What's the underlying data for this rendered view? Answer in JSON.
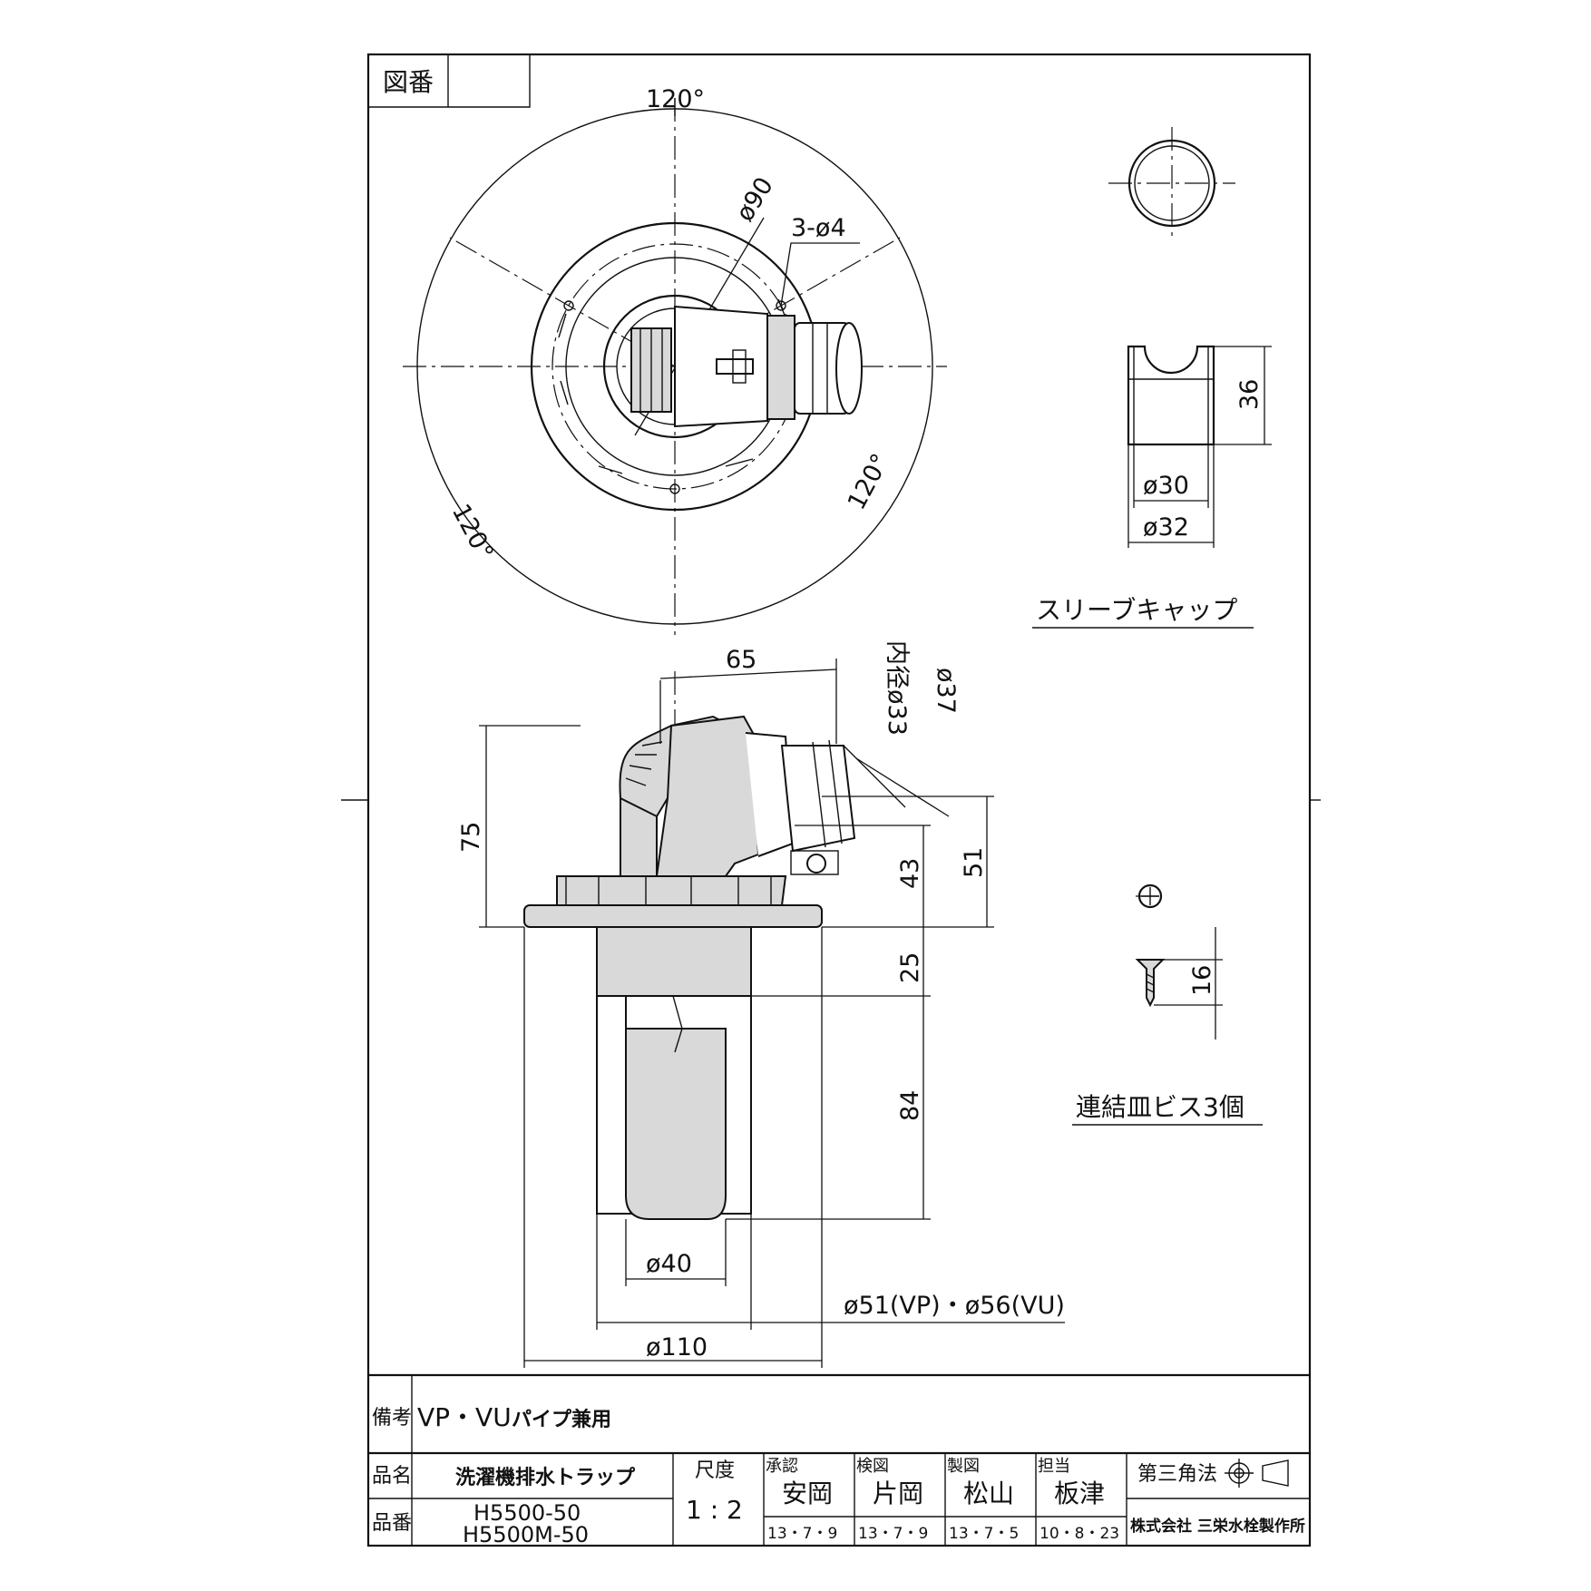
{
  "drawing_no_label": "図番",
  "top_view": {
    "angle_top": "120°",
    "angle_left": "120°",
    "angle_right": "120°",
    "dia_90": "ø90",
    "holes": "3-ø4"
  },
  "sleeve_cap": {
    "label": "スリーブキャップ",
    "height": "36",
    "inner_dia": "ø30",
    "outer_dia": "ø32"
  },
  "side_view": {
    "offset_65": "65",
    "inner_dia_33": "内径ø33",
    "dia_37": "ø37",
    "height_75": "75",
    "height_51": "51",
    "height_43": "43",
    "height_25": "25",
    "height_84": "84",
    "dia_40": "ø40",
    "dia_pipe": "ø51(VP)・ø56(VU)",
    "dia_110": "ø110"
  },
  "screw": {
    "length": "16",
    "label": "連結皿ビス3個"
  },
  "title_block": {
    "remarks_label": "備考",
    "remarks_value": "VP・VU",
    "remarks_value_small": "パイプ兼用",
    "name_label": "品名",
    "name_value": "洗濯機排水トラップ",
    "number_label": "品番",
    "number_values": [
      "H5500-50",
      "H5500M-50"
    ],
    "scale_label": "尺度",
    "scale_value": "1 : 2",
    "approval_label": "承認",
    "approval_name": "安岡",
    "approval_date": "13・7・9",
    "check_label": "検図",
    "check_name": "片岡",
    "check_date": "13・7・9",
    "draw_label": "製図",
    "draw_name": "松山",
    "draw_date": "13・7・5",
    "charge_label": "担当",
    "charge_name": "板津",
    "charge_date": "10・8・23",
    "projection_label": "第三角法",
    "company": "株式会社 三栄水栓製作所"
  }
}
